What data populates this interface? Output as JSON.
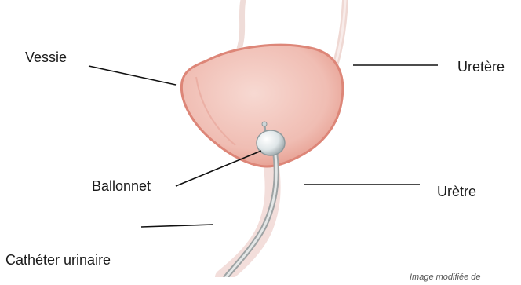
{
  "labels": {
    "vessie": "Vessie",
    "uretere": "Uretère",
    "ballonnet": "Ballonnet",
    "uretre": "Urètre",
    "catheter": "Cathéter urinaire",
    "credit": "Image modifiée de"
  },
  "colors": {
    "bladder_fill": "#f2c0b8",
    "bladder_edge": "#e0867a",
    "ureter": "#f0dcd8",
    "catheter": "#b9bcbc",
    "balloon": "#e6ecee",
    "leader_line": "#111111"
  }
}
